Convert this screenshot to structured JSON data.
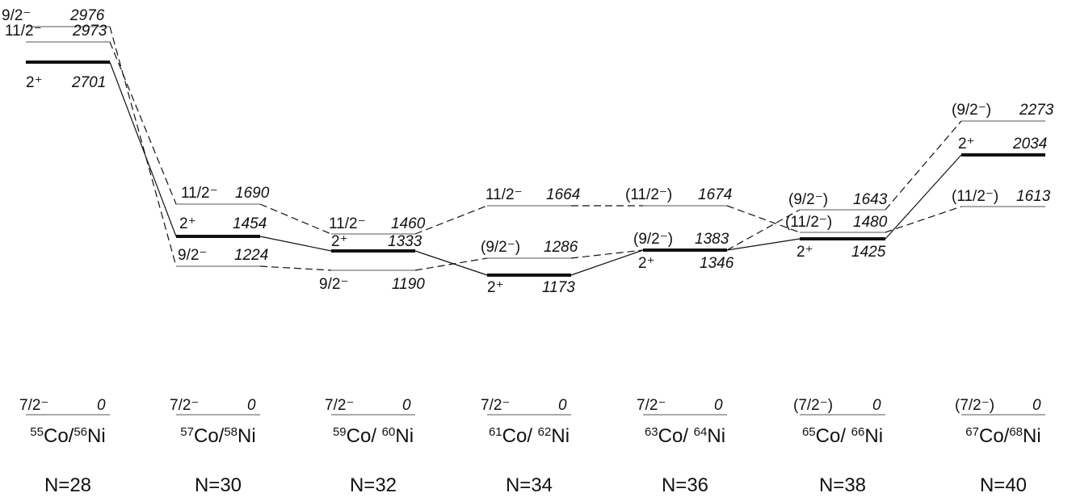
{
  "colors": {
    "ink": "#111111",
    "thin": "#555555"
  },
  "columns": [
    {
      "id": "c55",
      "isotope": {
        "co_mass": "55",
        "co_sym": "Co",
        "sep": "/",
        "ni_mass": "56",
        "ni_sym": "Ni"
      },
      "neutron": "N=28",
      "ground": {
        "spin": "7/2⁻",
        "energy": "0"
      },
      "levels": [
        {
          "id": "c55-lvl-9",
          "spin": "9/2⁻",
          "energy": "2976",
          "kind": "nine",
          "weight": "thin"
        },
        {
          "id": "c55-lvl-11",
          "spin": "11/2⁻",
          "energy": "2973",
          "kind": "eleven",
          "weight": "thin"
        },
        {
          "id": "c55-lvl-2",
          "spin": "2⁺",
          "energy": "2701",
          "kind": "two",
          "weight": "thick"
        }
      ]
    },
    {
      "id": "c57",
      "isotope": {
        "co_mass": "57",
        "co_sym": "Co",
        "sep": "/",
        "ni_mass": "58",
        "ni_sym": "Ni"
      },
      "neutron": "N=30",
      "ground": {
        "spin": "7/2⁻",
        "energy": "0"
      },
      "levels": [
        {
          "id": "c57-lvl-11",
          "spin": "11/2⁻",
          "energy": "1690",
          "kind": "eleven",
          "weight": "thin"
        },
        {
          "id": "c57-lvl-2",
          "spin": "2⁺",
          "energy": "1454",
          "kind": "two",
          "weight": "thick"
        },
        {
          "id": "c57-lvl-9",
          "spin": "9/2⁻",
          "energy": "1224",
          "kind": "nine",
          "weight": "thin"
        }
      ]
    },
    {
      "id": "c59",
      "isotope": {
        "co_mass": "59",
        "co_sym": "Co",
        "sep": "/ ",
        "ni_mass": "60",
        "ni_sym": "Ni"
      },
      "neutron": "N=32",
      "ground": {
        "spin": "7/2⁻",
        "energy": "0"
      },
      "levels": [
        {
          "id": "c59-lvl-11",
          "spin": "11/2⁻",
          "energy": "1460",
          "kind": "eleven",
          "weight": "thin"
        },
        {
          "id": "c59-lvl-2",
          "spin": "2⁺",
          "energy": "1333",
          "kind": "two",
          "weight": "thick"
        },
        {
          "id": "c59-lvl-9",
          "spin": "9/2⁻",
          "energy": "1190",
          "kind": "nine",
          "weight": "thin"
        }
      ]
    },
    {
      "id": "c61",
      "isotope": {
        "co_mass": "61",
        "co_sym": "Co",
        "sep": "/ ",
        "ni_mass": "62",
        "ni_sym": "Ni"
      },
      "neutron": "N=34",
      "ground": {
        "spin": "7/2⁻",
        "energy": "0"
      },
      "levels": [
        {
          "id": "c61-lvl-11",
          "spin": "11/2⁻",
          "energy": "1664",
          "kind": "eleven",
          "weight": "thin"
        },
        {
          "id": "c61-lvl-9",
          "spin": "(9/2⁻)",
          "energy": "1286",
          "kind": "nine",
          "weight": "thin"
        },
        {
          "id": "c61-lvl-2",
          "spin": "2⁺",
          "energy": "1173",
          "kind": "two",
          "weight": "thick"
        }
      ]
    },
    {
      "id": "c63",
      "isotope": {
        "co_mass": "63",
        "co_sym": "Co",
        "sep": "/ ",
        "ni_mass": "64",
        "ni_sym": "Ni"
      },
      "neutron": "N=36",
      "ground": {
        "spin": "7/2⁻",
        "energy": "0"
      },
      "levels": [
        {
          "id": "c63-lvl-11",
          "spin": "(11/2⁻)",
          "energy": "1674",
          "kind": "eleven",
          "weight": "thin"
        },
        {
          "id": "c63-lvl-9",
          "spin": "(9/2⁻)",
          "energy": "1383",
          "kind": "nine",
          "weight": "thin"
        },
        {
          "id": "c63-lvl-2",
          "spin": "2⁺",
          "energy": "1346",
          "kind": "two",
          "weight": "thick"
        }
      ]
    },
    {
      "id": "c65",
      "isotope": {
        "co_mass": "65",
        "co_sym": "Co",
        "sep": "/ ",
        "ni_mass": "66",
        "ni_sym": "Ni"
      },
      "neutron": "N=38",
      "ground": {
        "spin": "(7/2⁻)",
        "energy": "0"
      },
      "levels": [
        {
          "id": "c65-lvl-9",
          "spin": "(9/2⁻)",
          "energy": "1643",
          "kind": "nine",
          "weight": "thin"
        },
        {
          "id": "c65-lvl-11",
          "spin": "(11/2⁻)",
          "energy": "1480",
          "kind": "eleven",
          "weight": "thin"
        },
        {
          "id": "c65-lvl-2",
          "spin": "2⁺",
          "energy": "1425",
          "kind": "two",
          "weight": "thick"
        }
      ]
    },
    {
      "id": "c67",
      "isotope": {
        "co_mass": "67",
        "co_sym": "Co",
        "sep": "/",
        "ni_mass": "68",
        "ni_sym": "Ni"
      },
      "neutron": "N=40",
      "ground": {
        "spin": "(7/2⁻)",
        "energy": "0"
      },
      "levels": [
        {
          "id": "c67-lvl-9",
          "spin": "(9/2⁻)",
          "energy": "2273",
          "kind": "nine",
          "weight": "thin"
        },
        {
          "id": "c67-lvl-2",
          "spin": "2⁺",
          "energy": "2034",
          "kind": "two",
          "weight": "thick"
        },
        {
          "id": "c67-lvl-11",
          "spin": "(11/2⁻)",
          "energy": "1613",
          "kind": "eleven",
          "weight": "thin"
        }
      ]
    }
  ],
  "connections": [
    {
      "kind": "two",
      "style": "solid"
    },
    {
      "kind": "nine",
      "style": "dashed"
    },
    {
      "kind": "eleven",
      "style": "dashed"
    }
  ]
}
